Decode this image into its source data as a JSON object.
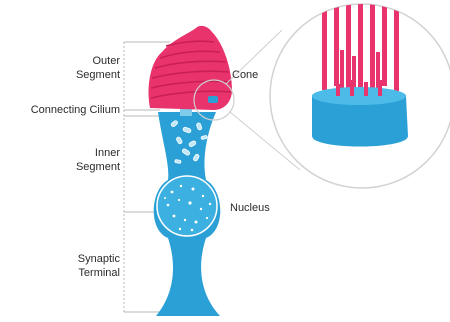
{
  "labels": {
    "outer_segment": [
      "Outer",
      "Segment"
    ],
    "connecting_cilium": "Connecting Cilium",
    "inner_segment": [
      "Inner",
      "Segment"
    ],
    "synaptic_terminal": [
      "Synaptic",
      "Terminal"
    ],
    "cone": "Cone",
    "nucleus": "Nucleus"
  },
  "colors": {
    "outer_segment": "#e8336d",
    "outer_segment_dark": "#c91f55",
    "cell_body": "#2aa0d6",
    "cell_body_dark": "#1b7fb1",
    "label_text": "#2b2b2b",
    "guide_line": "#b8b8b8"
  }
}
